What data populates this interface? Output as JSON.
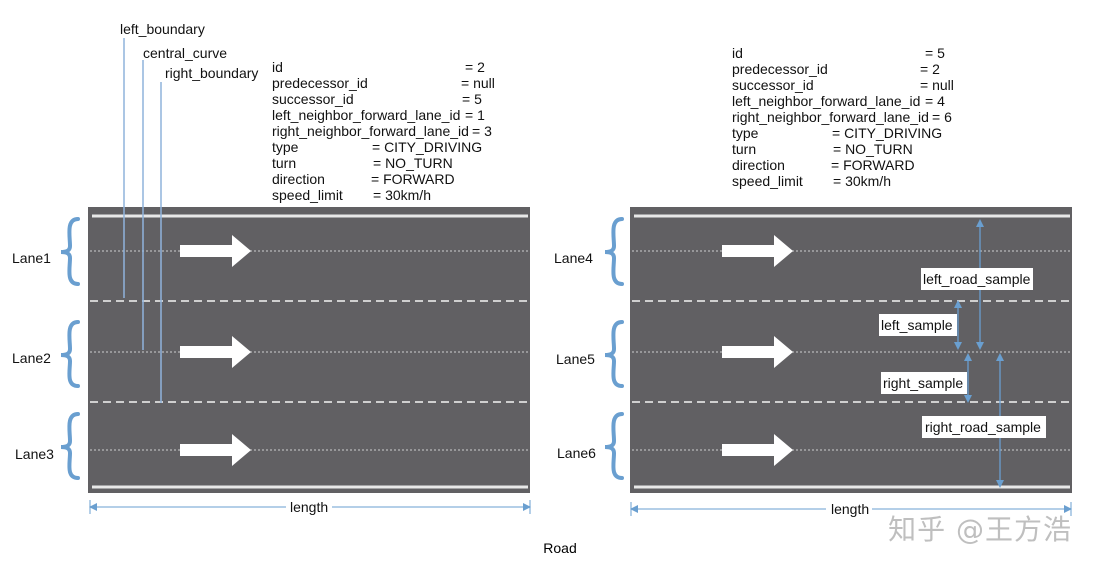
{
  "colors": {
    "road": "#616063",
    "boundary_solid": "#e8e8e8",
    "lane_divider_dashed": "#cfcfcf",
    "center_line_dotted": "#a9a9ab",
    "arrow": "#ffffff",
    "brace": "#6a9fd0",
    "guide_line": "#8fb3dc",
    "dimension": "#6a9fd0",
    "highlight_lane": "#d9534f",
    "text": "#111111"
  },
  "caption": "Road",
  "watermark": "知乎 @王方浩",
  "left_panel": {
    "callouts": {
      "left_boundary": "left_boundary",
      "central_curve": "central_curve",
      "right_boundary": "right_boundary"
    },
    "lanes": [
      {
        "name": "Lane1",
        "highlight": false
      },
      {
        "name": "Lane2",
        "highlight": true
      },
      {
        "name": "Lane3",
        "highlight": false
      }
    ],
    "attributes": [
      {
        "key": "id",
        "value": "= 2"
      },
      {
        "key": "predecessor_id",
        "value": "= null"
      },
      {
        "key": "successor_id",
        "value": "= 5"
      },
      {
        "key": "left_neighbor_forward_lane_id",
        "value": "= 1"
      },
      {
        "key": "right_neighbor_forward_lane_id",
        "value": "= 3"
      },
      {
        "key": "type",
        "value": "= CITY_DRIVING"
      },
      {
        "key": "turn",
        "value": "= NO_TURN"
      },
      {
        "key": "direction",
        "value": "= FORWARD"
      },
      {
        "key": "speed_limit",
        "value": "= 30km/h"
      }
    ],
    "length_label": "length"
  },
  "right_panel": {
    "lanes": [
      {
        "name": "Lane4",
        "highlight": false
      },
      {
        "name": "Lane5",
        "highlight": true
      },
      {
        "name": "Lane6",
        "highlight": false
      }
    ],
    "attributes": [
      {
        "key": "id",
        "value": "= 5"
      },
      {
        "key": "predecessor_id",
        "value": "= 2"
      },
      {
        "key": "successor_id",
        "value": "= null"
      },
      {
        "key": "left_neighbor_forward_lane_id",
        "value": "= 4"
      },
      {
        "key": "right_neighbor_forward_lane_id",
        "value": "= 6"
      },
      {
        "key": "type",
        "value": "= CITY_DRIVING"
      },
      {
        "key": "turn",
        "value": "= NO_TURN"
      },
      {
        "key": "direction",
        "value": "= FORWARD"
      },
      {
        "key": "speed_limit",
        "value": "= 30km/h"
      }
    ],
    "samples": {
      "left_road_sample": "left_road_sample",
      "left_sample": "left_sample",
      "right_sample": "right_sample",
      "right_road_sample": "right_road_sample"
    },
    "length_label": "length"
  }
}
